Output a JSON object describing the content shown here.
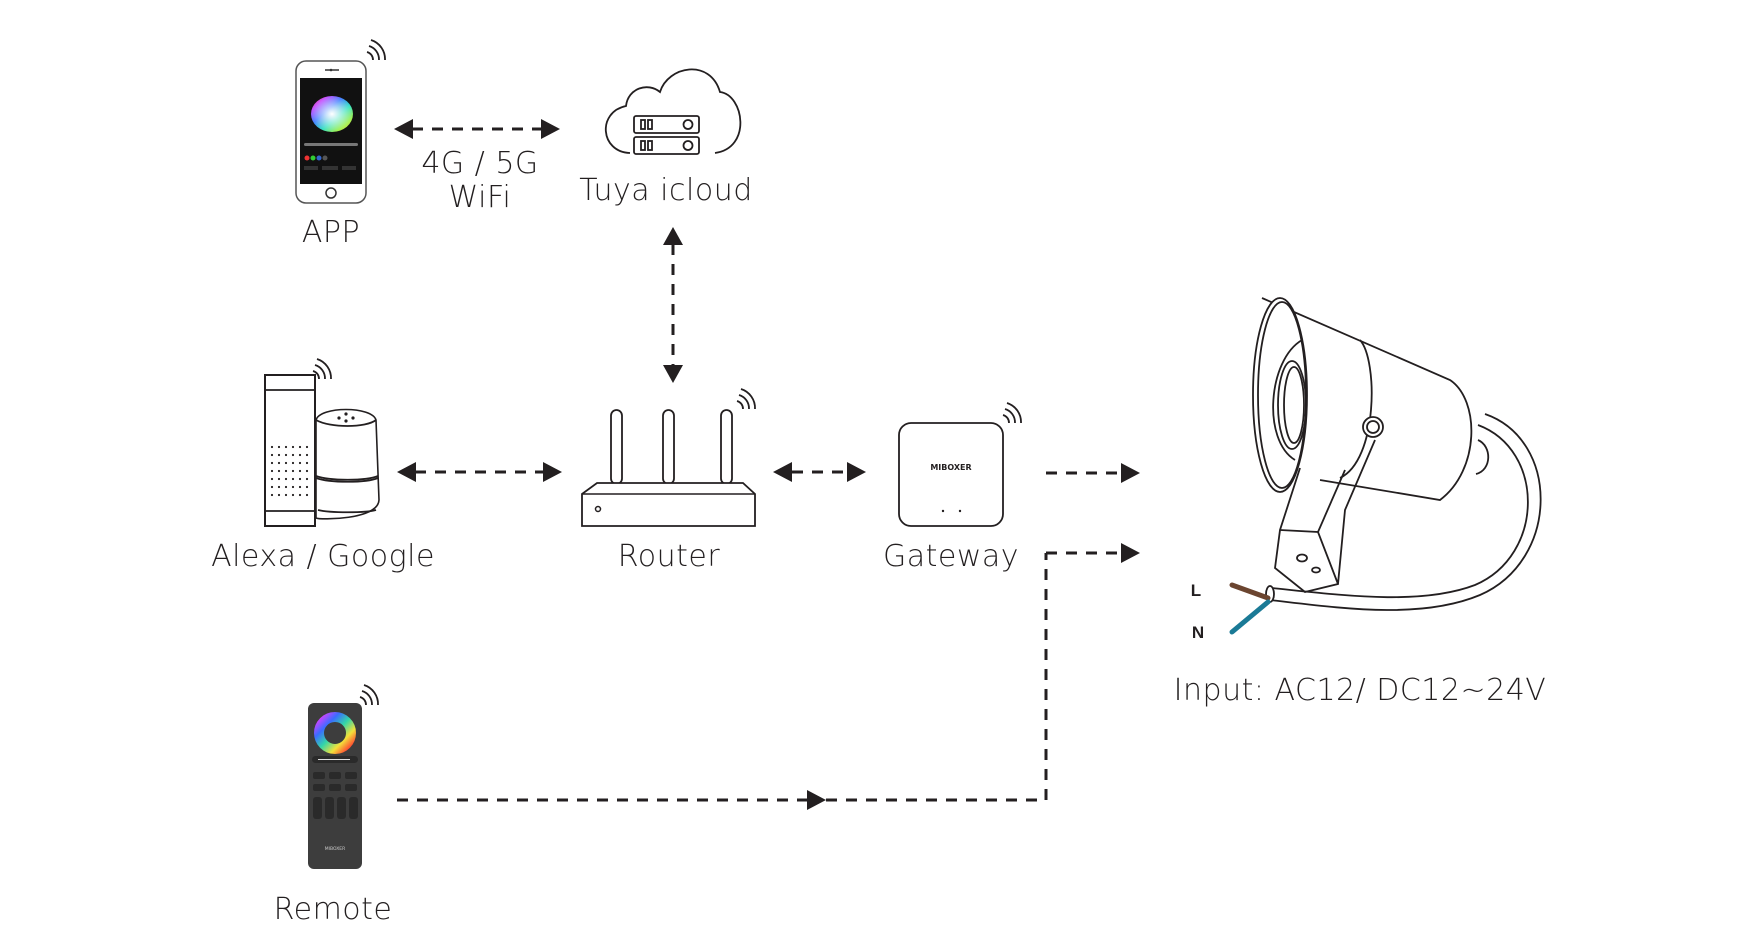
{
  "nodes": {
    "app": {
      "label": "APP",
      "icon": "smartphone-icon"
    },
    "cloud": {
      "label": "Tuya icloud",
      "icon": "cloud-server-icon"
    },
    "voice": {
      "label": "Alexa / Google",
      "icon": "smart-speaker-icon"
    },
    "router": {
      "label": "Router",
      "icon": "router-icon"
    },
    "gateway": {
      "label": "Gateway",
      "icon": "gateway-icon",
      "brand": "MIBOXER"
    },
    "remote": {
      "label": "Remote",
      "icon": "remote-control-icon",
      "brand": "MIBOXER"
    },
    "lamp": {
      "label": "Input: AC12/ DC12~24V",
      "icon": "spotlight-icon"
    }
  },
  "connections": [
    {
      "from": "app",
      "to": "cloud",
      "type": "bidirectional",
      "label_line1": "4G / 5G",
      "label_line2": "WiFi"
    },
    {
      "from": "cloud",
      "to": "router",
      "type": "bidirectional"
    },
    {
      "from": "voice",
      "to": "router",
      "type": "bidirectional"
    },
    {
      "from": "router",
      "to": "gateway",
      "type": "bidirectional"
    },
    {
      "from": "gateway",
      "to": "lamp",
      "type": "one-way"
    },
    {
      "from": "remote",
      "to": "lamp",
      "type": "one-way"
    }
  ],
  "wires": {
    "live": {
      "label": "L",
      "color": "#6b4530"
    },
    "neutral": {
      "label": "N",
      "color": "#1a7a96"
    }
  },
  "colors": {
    "ink": "#231f20",
    "device_dark": "#3a3a3a"
  }
}
